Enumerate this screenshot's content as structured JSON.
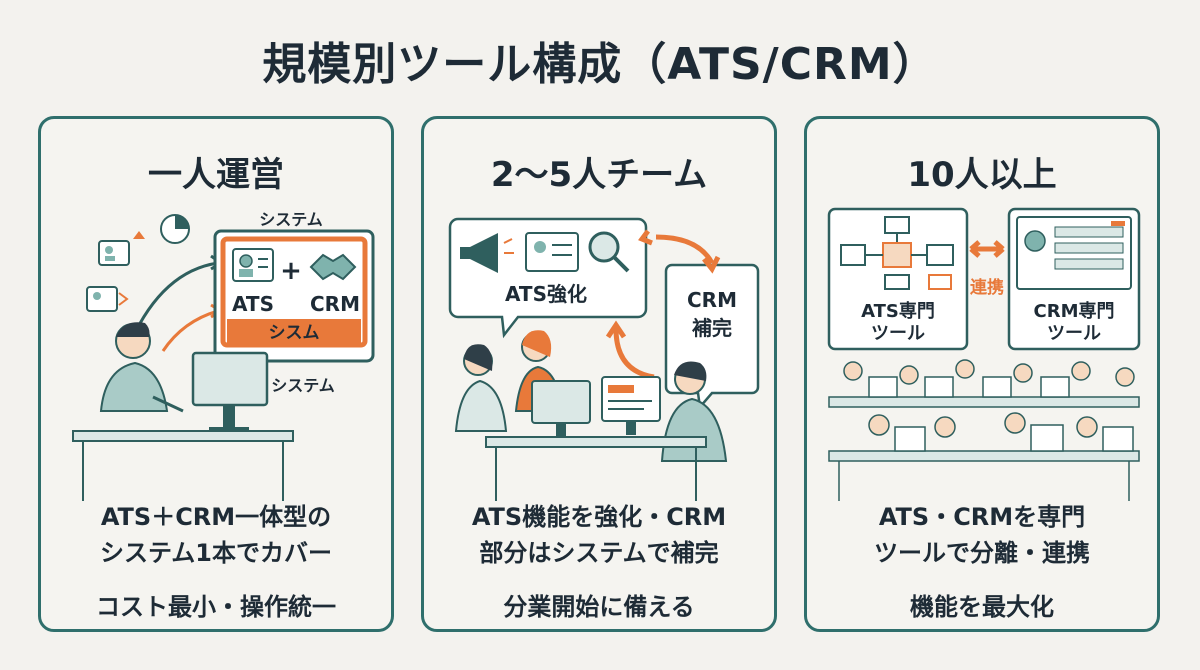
{
  "title": "規模別ツール構成（ATS/CRM）",
  "panels": [
    {
      "heading": "一人運営",
      "art": {
        "top_label": "システム",
        "plus": "+",
        "ats": "ATS",
        "crm": "CRM",
        "bar_label": "シスム",
        "bottom_label": "システム"
      },
      "caption_line1": "ATS＋CRM一体型の",
      "caption_line2": "システム1本でカバー",
      "caption_line3": "コスト最小・操作統一"
    },
    {
      "heading": "2〜5人チーム",
      "art": {
        "ats_bubble": "ATS強化",
        "crm_bubble_line1": "CRM",
        "crm_bubble_line2": "補完"
      },
      "caption_line1": "ATS機能を強化・CRM",
      "caption_line2": "部分はシステムで補完",
      "caption_line3": "分業開始に備える"
    },
    {
      "heading": "10人以上",
      "art": {
        "ats_tool_line1": "ATS専門",
        "ats_tool_line2": "ツール",
        "link_label": "連携",
        "crm_tool_line1": "CRM専門",
        "crm_tool_line2": "ツール"
      },
      "caption_line1": "ATS・CRMを専門",
      "caption_line2": "ツールで分離・連携",
      "caption_line3": "機能を最大化"
    }
  ],
  "colors": {
    "frame": "#2f6f6c",
    "accent": "#e8793a",
    "ink": "#1e2b36"
  }
}
